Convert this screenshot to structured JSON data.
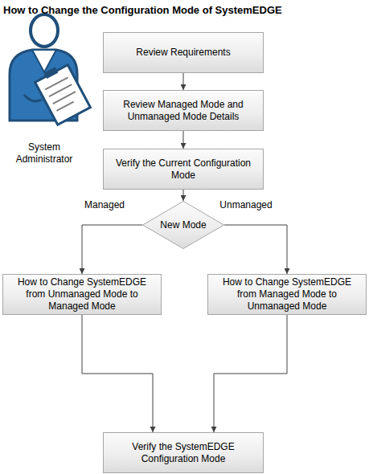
{
  "diagram": {
    "title": "How to Change the Configuration Mode of SystemEDGE",
    "nodes": [
      {
        "text": [
          "Review Requirements"
        ]
      },
      {
        "text": [
          "Review Managed Mode and Unmanaged Mode Details"
        ]
      },
      {
        "text": [
          "Verify the Current Configuration Mode"
        ]
      },
      {
        "text": [
          "New Mode"
        ]
      },
      {
        "text": [
          "How to Change SystemEDGE from Unmanaged Mode to Managed Mode"
        ]
      },
      {
        "text": [
          "How to Change SystemEDGE from Managed Mode to Unmanaged Mode"
        ]
      },
      {
        "text": [
          "Verify the SystemEDGE Configuration Mode"
        ]
      }
    ],
    "edges": [
      {
        "from": 0,
        "to": 1,
        "arrow": "to"
      },
      {
        "from": 1,
        "to": 2,
        "arrow": "to"
      },
      {
        "from": 2,
        "to": 3,
        "arrow": "to"
      },
      {
        "from": 3,
        "to": 4,
        "label": "Managed",
        "arrow": "to"
      },
      {
        "from": 3,
        "to": 5,
        "label": "Unmanaged",
        "arrow": "to"
      },
      {
        "from": 4,
        "to": 6,
        "arrow": "to"
      },
      {
        "from": 5,
        "to": 6,
        "arrow": "to"
      }
    ],
    "labels": [
      "System Administrator"
    ]
  }
}
